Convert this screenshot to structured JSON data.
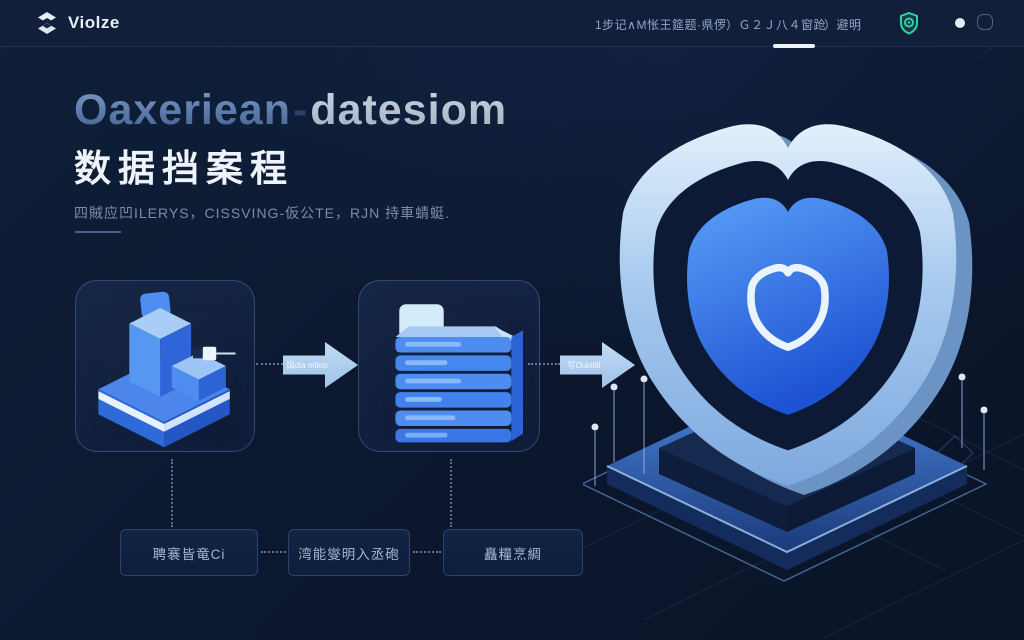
{
  "brand": {
    "name": "Violze",
    "logo_icon": "knot-shield-icon"
  },
  "nav": {
    "items": [
      {
        "label": "1步记∧M怅王筵题·県㑩"
      },
      {
        "label": "）Ｇ２Ｊ八４窗跄"
      },
      {
        "label": "）避明"
      }
    ],
    "badge_icon": "green-shield-spiral-icon",
    "accent_green": "#2dd4a0"
  },
  "hero": {
    "title_en_1": "Oaxeriean",
    "title_sep": "-",
    "title_en_2": "datesiom",
    "title_zh": "数据挡案程",
    "subtitle": "四賊应凹ILERYS，CISSVING-仮公TE，RJN 持車蜻蜓."
  },
  "flow": {
    "arrow_labels": [
      "図dta mtion",
      "写Oukti6l"
    ],
    "chips": [
      {
        "label": "聘褰皆竜Ci"
      },
      {
        "label": "湾能燮明入丞砲"
      },
      {
        "label": "矗糧烹綢"
      }
    ]
  },
  "colors": {
    "background": "#0c1830",
    "topbar": "#111f3a",
    "shield_blue": "#3b82f6",
    "arrow_blue": "#a9c9ec",
    "accent_green": "#2dd4a0"
  }
}
